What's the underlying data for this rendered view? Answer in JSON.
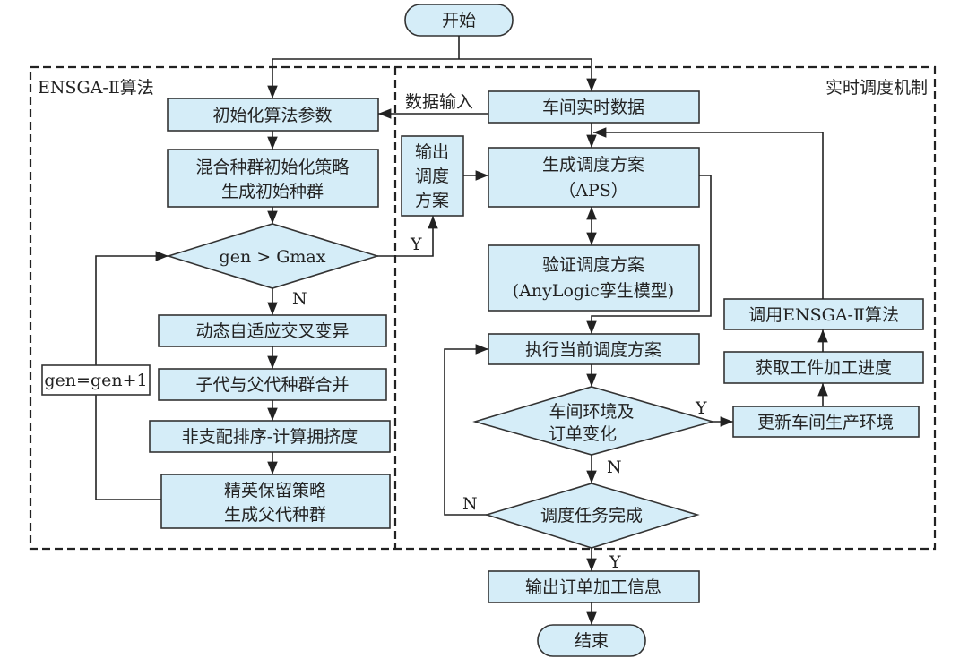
{
  "start": "开始",
  "end": "结束",
  "regions": {
    "left": "ENSGA-Ⅱ算法",
    "right": "实时调度机制"
  },
  "left": {
    "init_params": "初始化算法参数",
    "mixed_init": [
      "混合种群初始化策略",
      "生成初始种群"
    ],
    "decision": "gen > Gmax",
    "crossover": "动态自适应交叉变异",
    "merge": "子代与父代种群合并",
    "sort": "非支配排序-计算拥挤度",
    "elite": [
      "精英保留策略",
      "生成父代种群"
    ],
    "counter": "gen=gen+1",
    "yes": "Y",
    "no": "N"
  },
  "right": {
    "data_input": "数据输入",
    "realtime_data": "车间实时数据",
    "output_plan": [
      "输出",
      "调度",
      "方案"
    ],
    "generate_plan": [
      "生成调度方案",
      "（APS）"
    ],
    "verify_plan": [
      "验证调度方案",
      "(AnyLogic孪生模型)"
    ],
    "execute_plan": "执行当前调度方案",
    "env_change": [
      "车间环境及",
      "订单变化"
    ],
    "update_env": "更新车间生产环境",
    "get_progress": "获取工件加工进度",
    "call_algo": "调用ENSGA-Ⅱ算法",
    "task_done": "调度任务完成",
    "output_info": "输出订单加工信息",
    "yes1": "Y",
    "no1": "N",
    "no2": "N",
    "yes2": "Y"
  },
  "colors": {
    "node_fill": "#d5edf8",
    "stroke": "#222222"
  }
}
